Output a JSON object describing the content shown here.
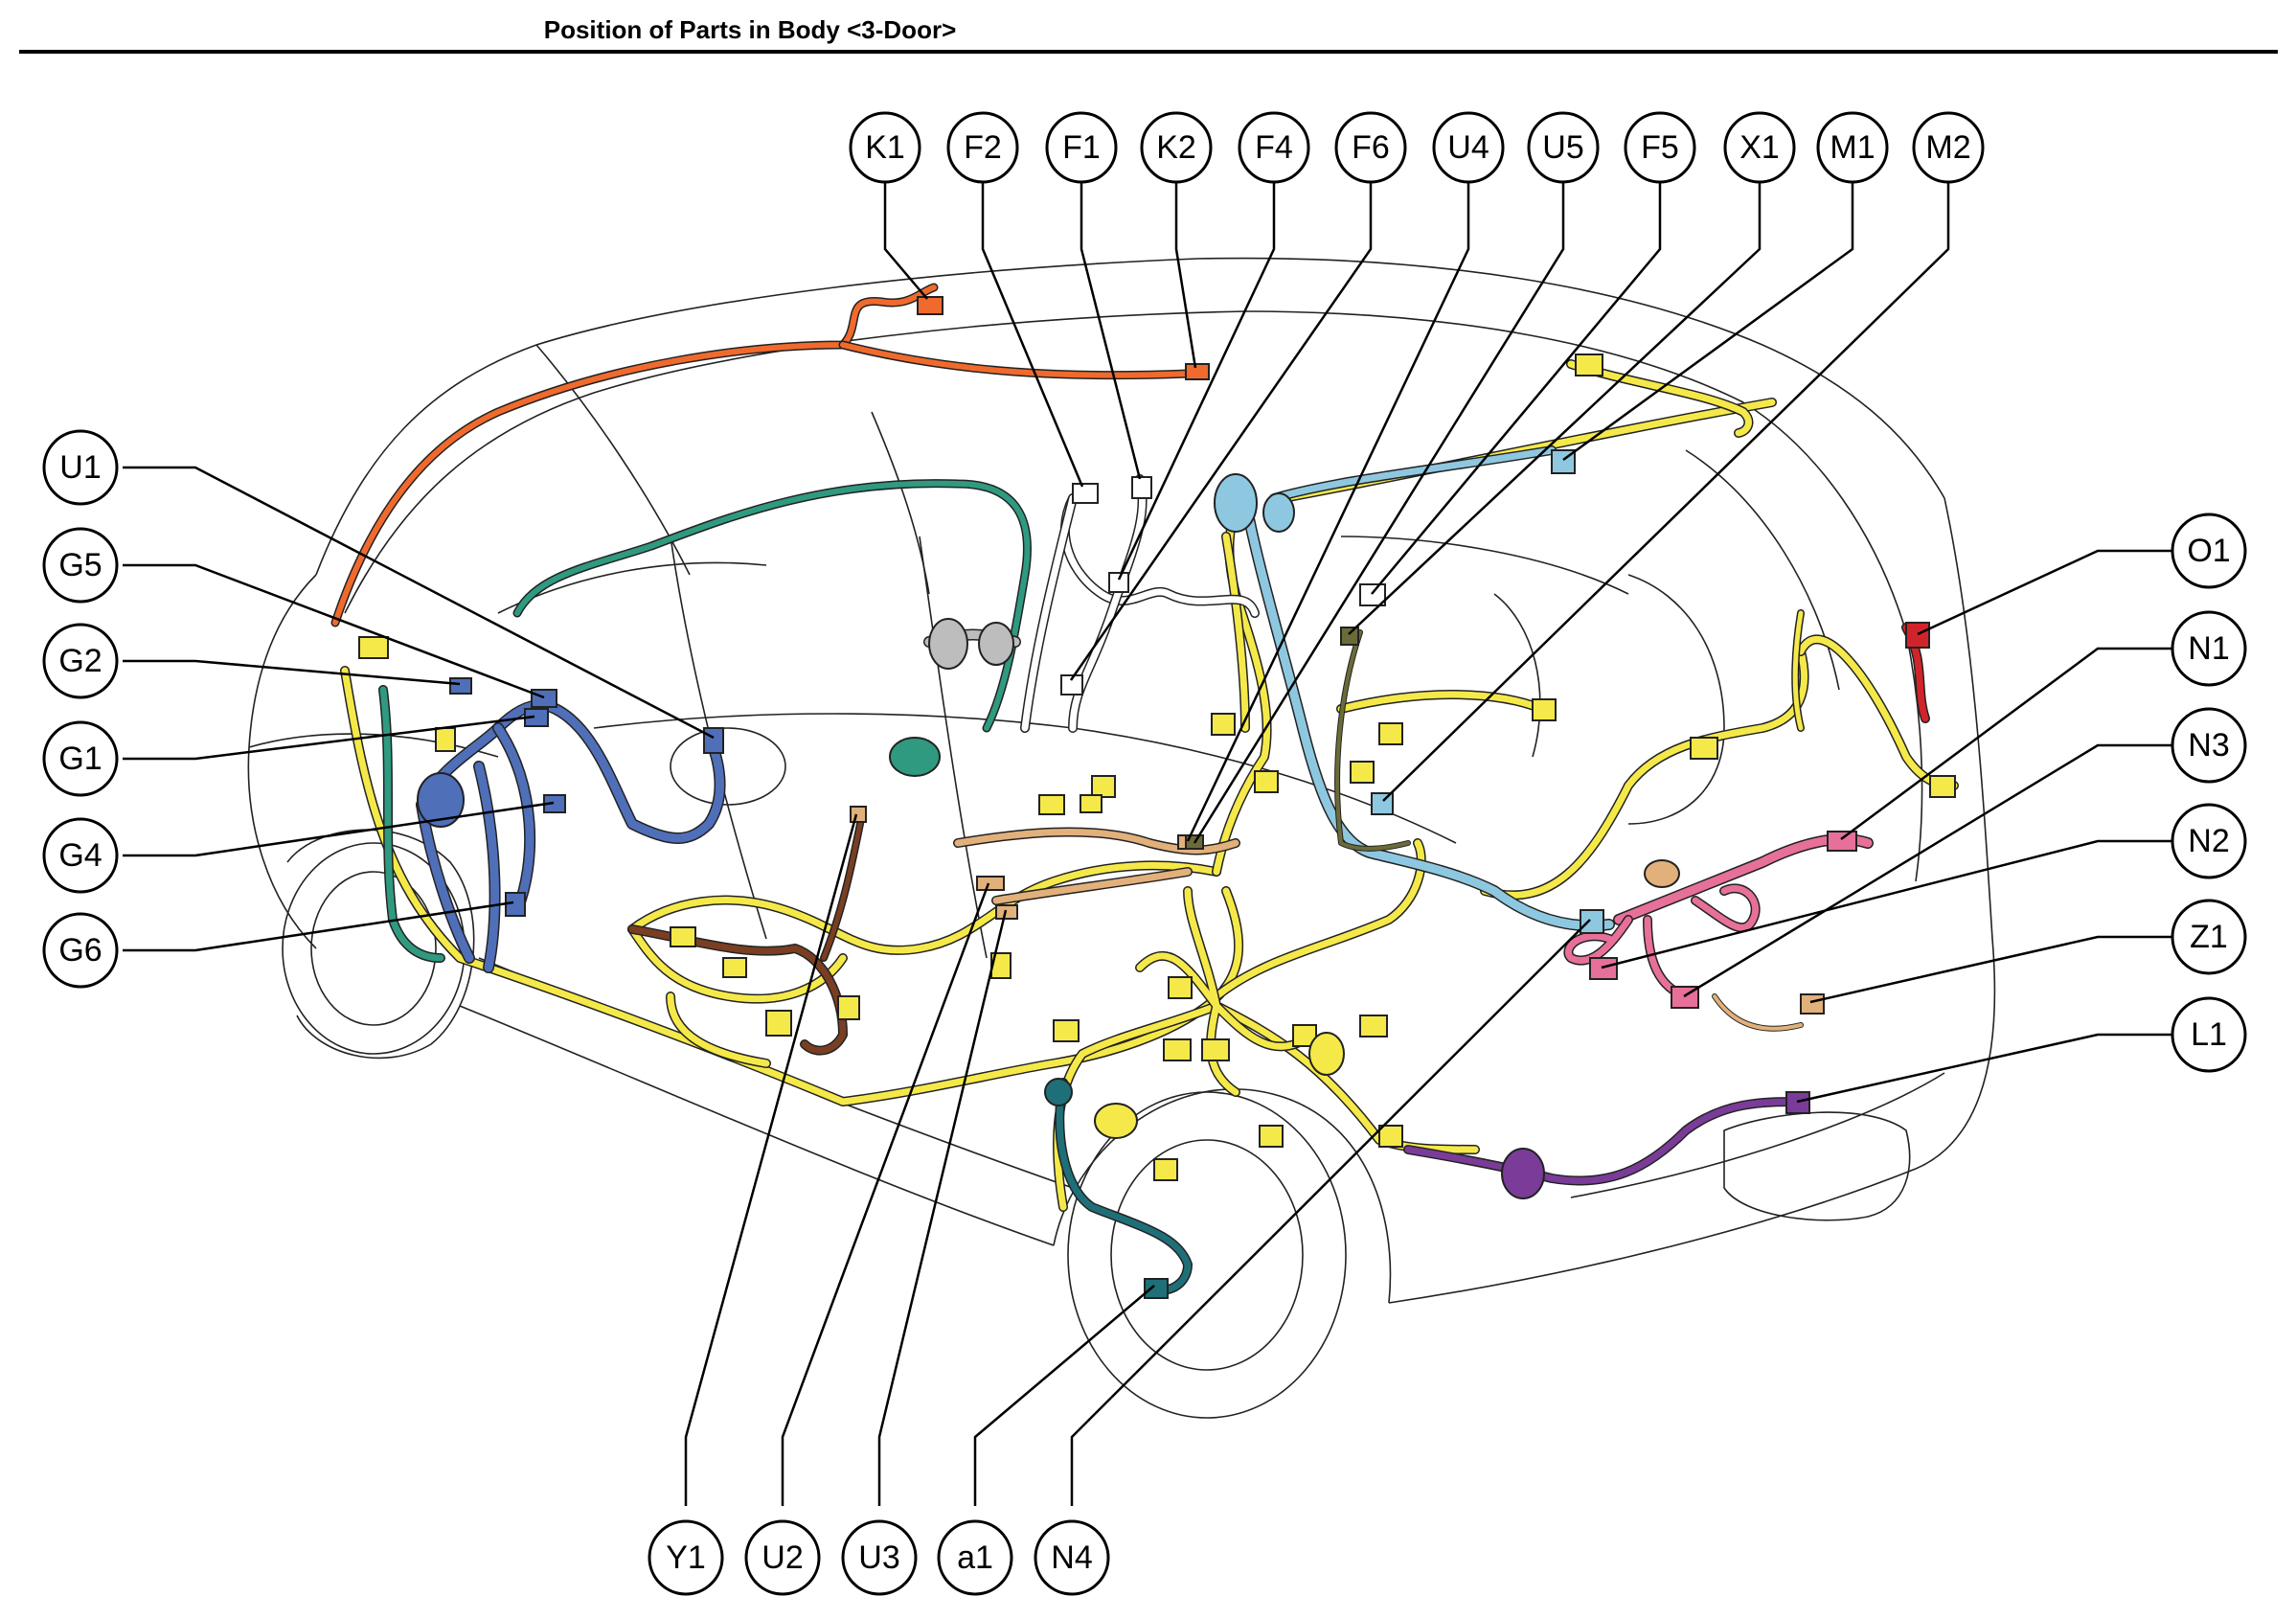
{
  "title": "Position of Parts in Body <3-Door>",
  "colors": {
    "yellow": "#f5e94a",
    "orange": "#ef6a2c",
    "green": "#2f9a80",
    "blue": "#4f6fb9",
    "light_blue": "#8ec8e0",
    "pink": "#e6709a",
    "purple": "#7a3c98",
    "teal": "#1f6f78",
    "brown": "#7a3f23",
    "tan": "#e2b07a",
    "red": "#d0242a",
    "gray": "#bdbdbd"
  },
  "callouts": {
    "K1": "K1",
    "F2": "F2",
    "F1": "F1",
    "K2": "K2",
    "F4": "F4",
    "F6": "F6",
    "U4": "U4",
    "U5": "U5",
    "F5": "F5",
    "X1": "X1",
    "M1": "M1",
    "M2": "M2",
    "U1": "U1",
    "G5": "G5",
    "G2": "G2",
    "G1": "G1",
    "G4": "G4",
    "G6": "G6",
    "O1": "O1",
    "N1": "N1",
    "N3": "N3",
    "N2": "N2",
    "Z1": "Z1",
    "L1": "L1",
    "Y1": "Y1",
    "U2": "U2",
    "U3": "U3",
    "a1": "a1",
    "N4": "N4"
  }
}
